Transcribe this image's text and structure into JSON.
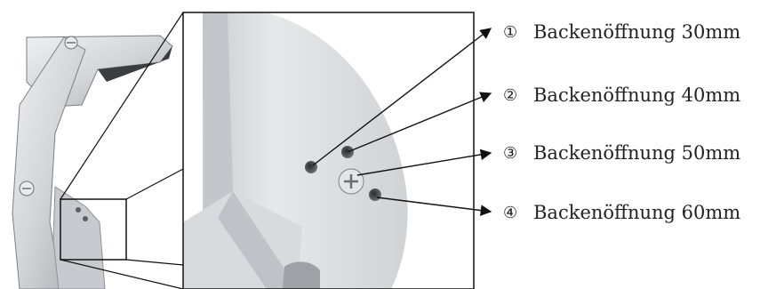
{
  "callouts": [
    {
      "number": "①",
      "label": "Backenöffnung 30mm"
    },
    {
      "number": "②",
      "label": "Backenöffnung 40mm"
    },
    {
      "number": "③",
      "label": "Backenöffnung 50mm"
    },
    {
      "number": "④",
      "label": "Backenöffnung 60mm"
    }
  ],
  "colors": {
    "metal_light": "#d9dcdf",
    "metal_mid": "#b9bdc1",
    "metal_dark": "#8e9296",
    "line": "#111111",
    "text": "#222222"
  }
}
